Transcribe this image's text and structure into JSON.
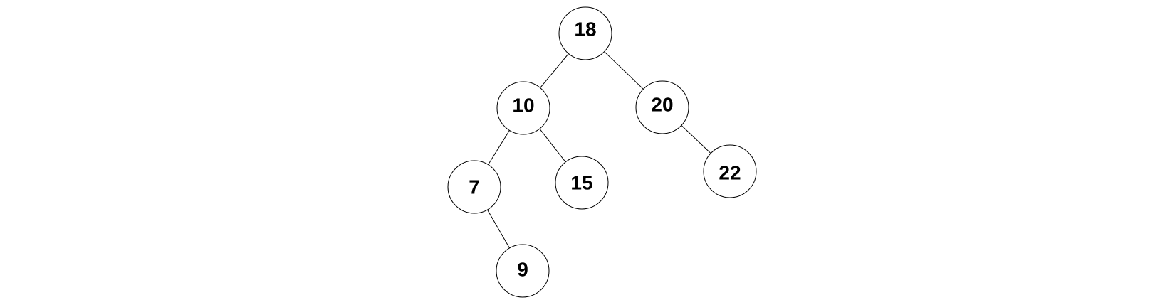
{
  "tree": {
    "type": "binary-search-tree",
    "root": "n18",
    "nodes": [
      {
        "id": "n18",
        "label": "18"
      },
      {
        "id": "n10",
        "label": "10"
      },
      {
        "id": "n20",
        "label": "20"
      },
      {
        "id": "n7",
        "label": "7"
      },
      {
        "id": "n15",
        "label": "15"
      },
      {
        "id": "n22",
        "label": "22"
      },
      {
        "id": "n9",
        "label": "9"
      }
    ],
    "edges": [
      {
        "from": "n18",
        "to": "n10",
        "side": "left"
      },
      {
        "from": "n18",
        "to": "n20",
        "side": "right"
      },
      {
        "from": "n10",
        "to": "n7",
        "side": "left"
      },
      {
        "from": "n10",
        "to": "n15",
        "side": "right"
      },
      {
        "from": "n20",
        "to": "n22",
        "side": "right"
      },
      {
        "from": "n7",
        "to": "n9",
        "side": "right"
      }
    ]
  }
}
